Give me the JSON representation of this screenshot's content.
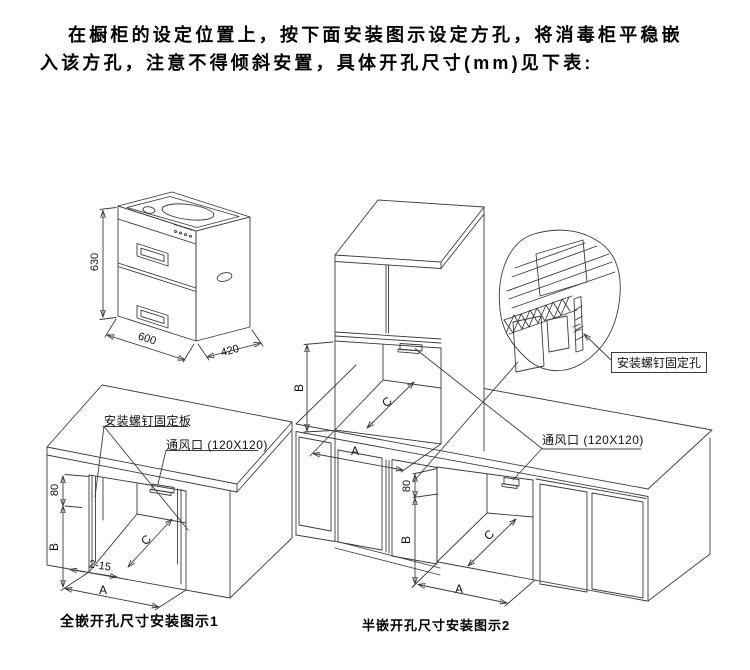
{
  "intro": {
    "line1": "在橱柜的设定位置上，按下面安装图示设定方孔，将消毒柜平稳嵌",
    "line2": "入该方孔，注意不得倾斜安置，具体开孔尺寸(mm)见下表:"
  },
  "cabinet": {
    "height": "630",
    "width": "600",
    "depth": "420"
  },
  "diagram_full": {
    "caption": "全嵌开孔尺寸安装图示1",
    "fixing_plate_label": "安装螺钉固定板",
    "vent_label": "通风口 (120X120)",
    "dim_top": "80",
    "dim_height": "B",
    "dim_width": "A",
    "dim_depth": "C",
    "dim_plate_gap": "2-15"
  },
  "diagram_half": {
    "caption": "半嵌开孔尺寸安装图示2",
    "vent_label": "通风口 (120X120)",
    "fixing_hole_label": "安装螺钉固定孔",
    "upper": {
      "dim_height": "B",
      "dim_width": "A",
      "dim_depth": "C"
    },
    "lower": {
      "dim_top": "80",
      "dim_height": "B",
      "dim_width": "A",
      "dim_depth": "C"
    }
  }
}
